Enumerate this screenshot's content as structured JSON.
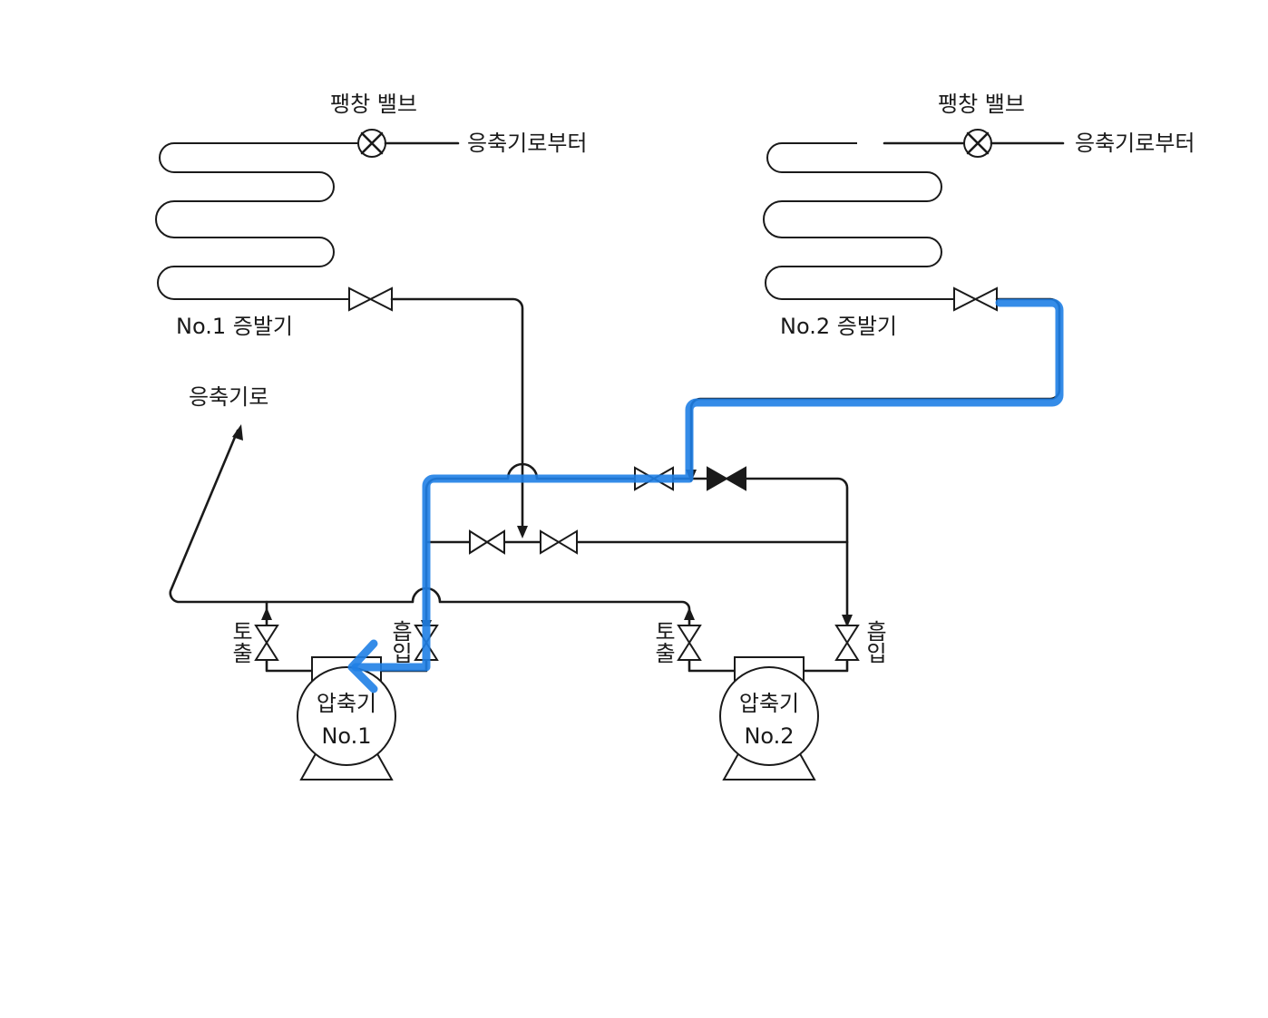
{
  "evaporator1": {
    "expansion_valve_label": "팽창 밸브",
    "from_condenser_label": "응축기로부터",
    "name": "No.1 증발기"
  },
  "evaporator2": {
    "expansion_valve_label": "팽창 밸브",
    "from_condenser_label": "응축기로부터",
    "name": "No.2 증발기"
  },
  "to_condenser_label": "응축기로",
  "compressor1": {
    "title": "압축기",
    "number": "No.1",
    "discharge_label": "토출",
    "suction_label": "흡입"
  },
  "compressor2": {
    "title": "압축기",
    "number": "No.2",
    "discharge_label": "토출",
    "suction_label": "흡입"
  },
  "colors": {
    "highlight": "#1f7fe6",
    "line": "#1a1a1a",
    "background": "#ffffff"
  }
}
